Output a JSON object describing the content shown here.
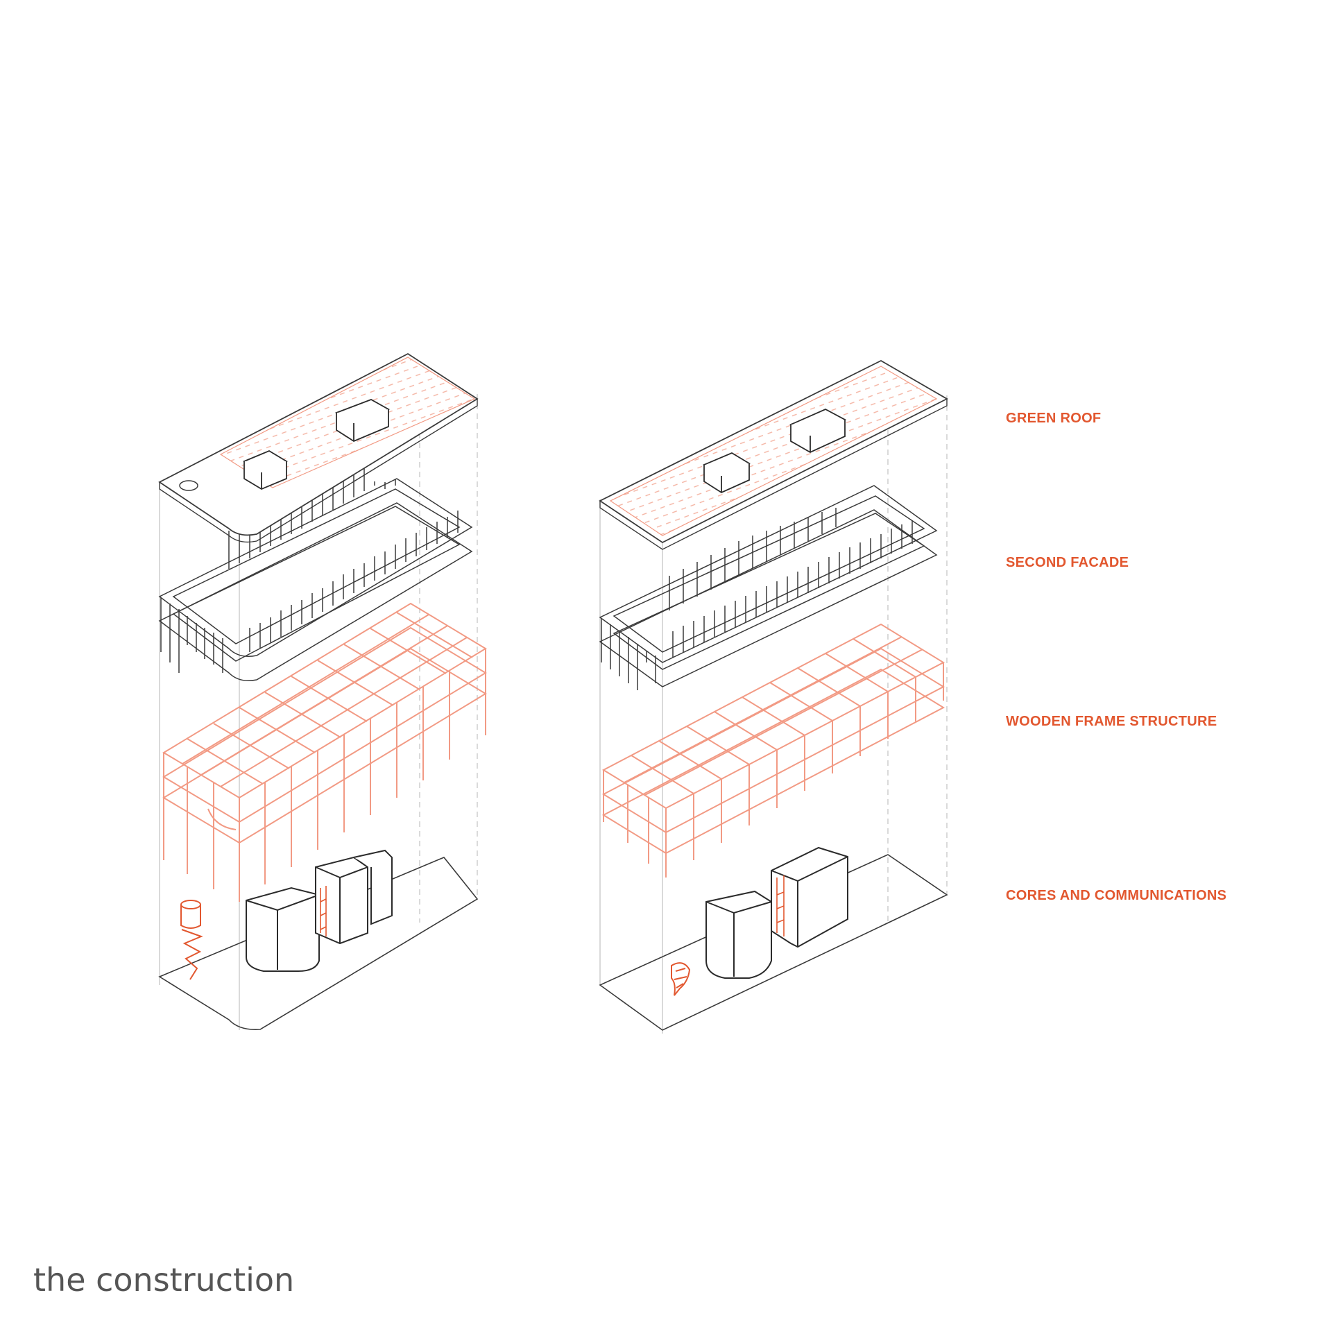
{
  "layers": [
    {
      "key": "roof",
      "label": "GREEN ROOF"
    },
    {
      "key": "facade",
      "label": "SECOND FACADE"
    },
    {
      "key": "frame",
      "label": "WOODEN FRAME STRUCTURE"
    },
    {
      "key": "cores",
      "label": "CORES AND COMMUNICATIONS"
    }
  ],
  "caption": "the construction",
  "colors": {
    "accent": "#e2572f",
    "structure_pink": "#f29a84",
    "hatch_pink": "#f4b3a2",
    "line_dark": "#3a3a3a",
    "guide_gray": "#b5b5b5",
    "caption_gray": "#555555"
  }
}
